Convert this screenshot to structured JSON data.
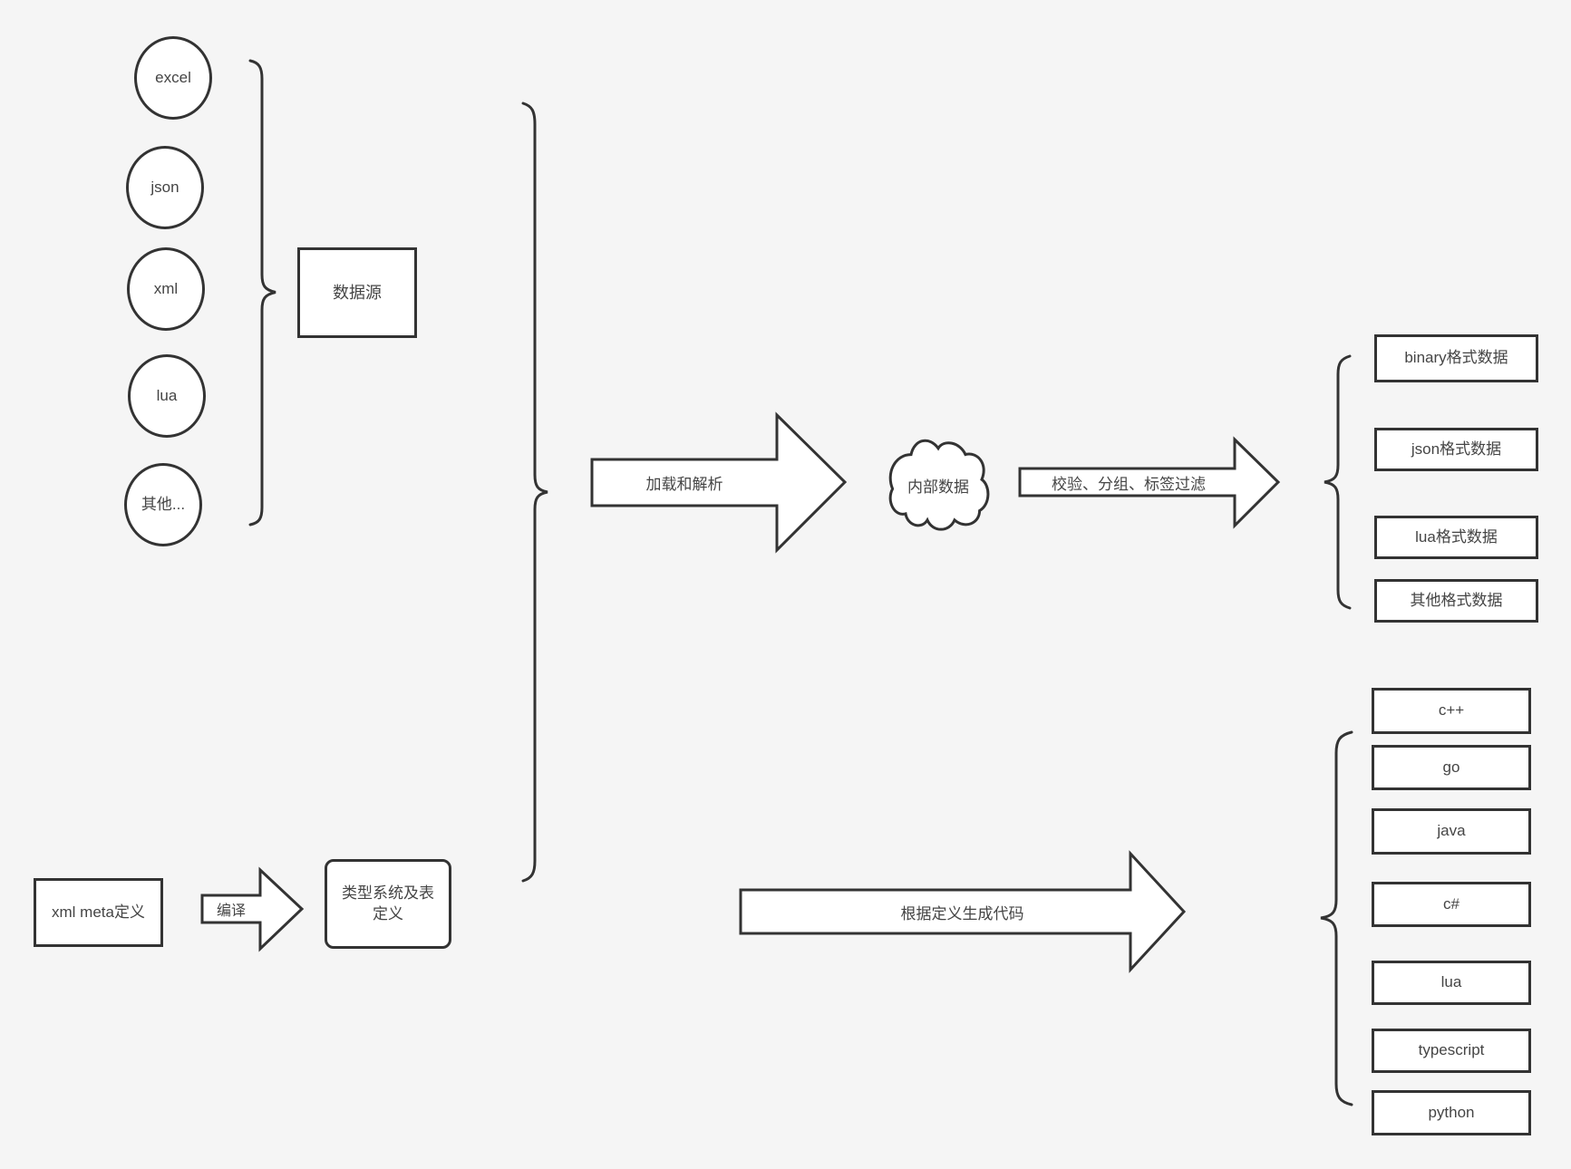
{
  "diagram": {
    "sources": [
      "excel",
      "json",
      "xml",
      "lua",
      "其他..."
    ],
    "source_group_label": "数据源",
    "cloud_label": "内部数据",
    "arrows": {
      "load_parse": "加载和解析",
      "validate": "校验、分组、标签过滤",
      "compile": "编译",
      "codegen": "根据定义生成代码"
    },
    "meta_box_label": "xml meta定义",
    "type_system_label": "类型系统及表定义",
    "data_formats": [
      "binary格式数据",
      "json格式数据",
      "lua格式数据",
      "其他格式数据"
    ],
    "languages": [
      "c++",
      "go",
      "java",
      "c#",
      "lua",
      "typescript",
      "python"
    ],
    "colors": {
      "background": "#f5f5f5",
      "stroke": "#333333",
      "shape_fill": "#ffffff",
      "text": "#454545"
    }
  }
}
